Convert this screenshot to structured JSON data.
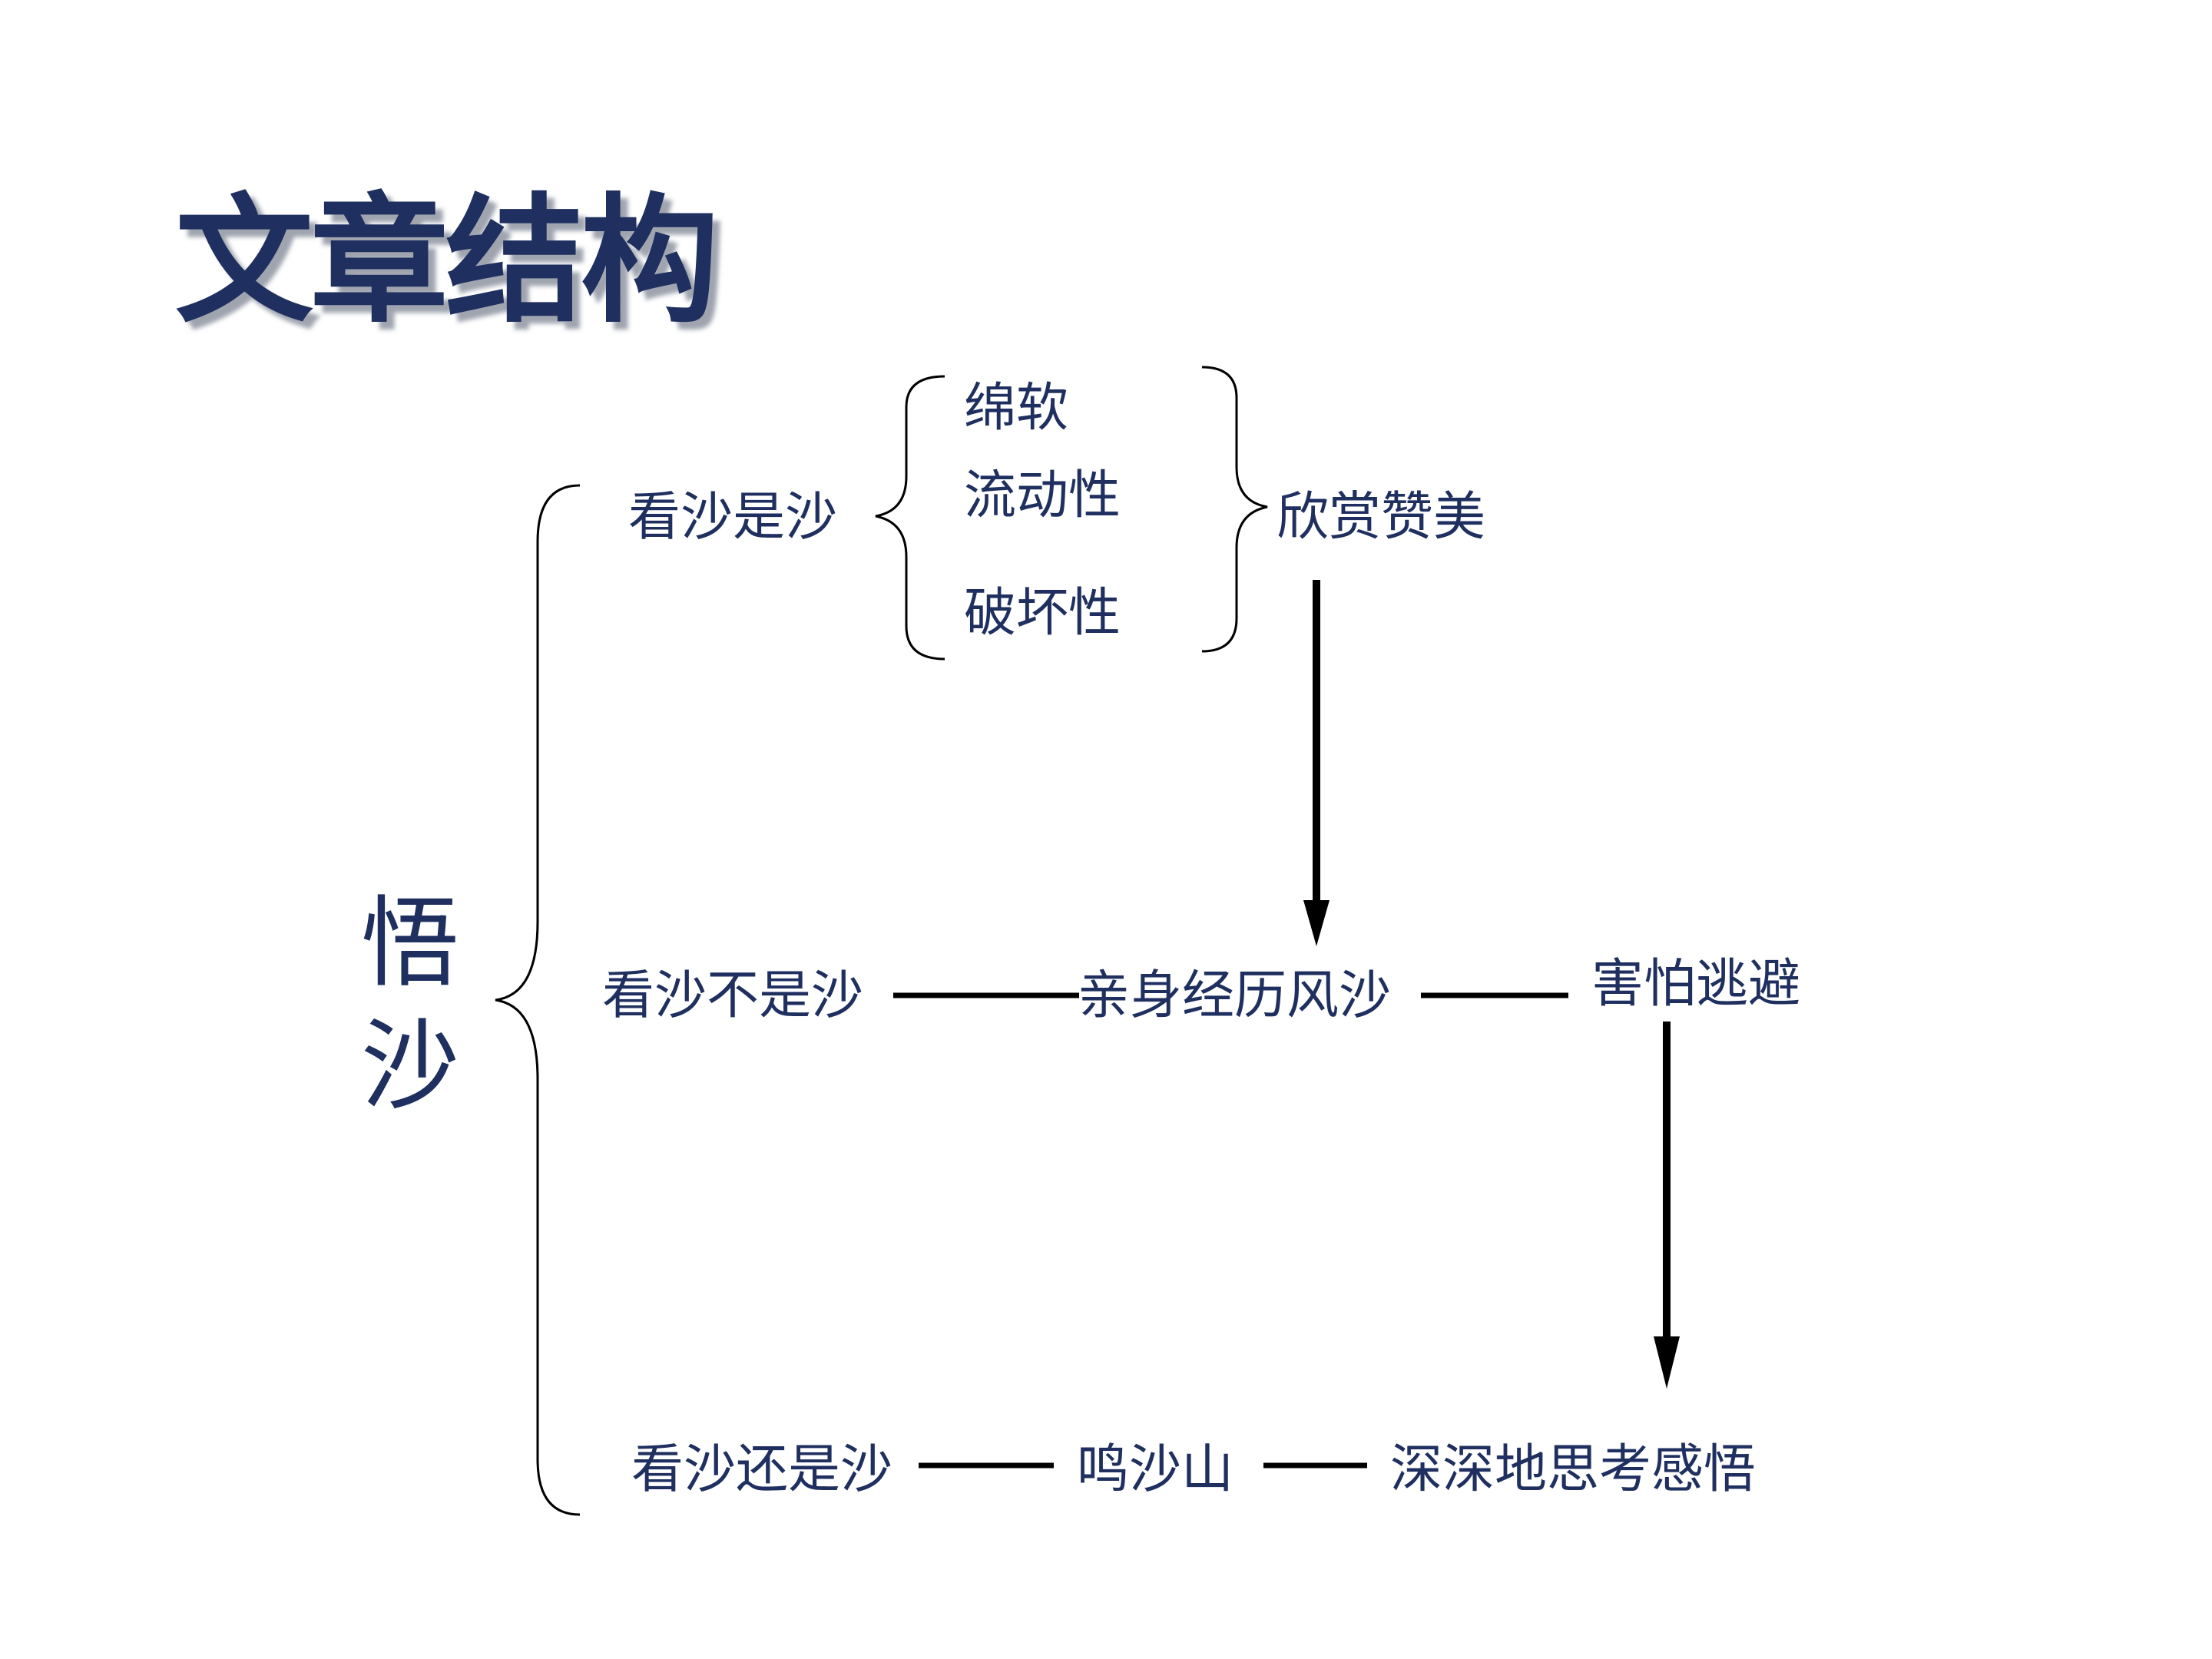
{
  "title": "文章结构",
  "root": {
    "char1": "悟",
    "char2": "沙"
  },
  "stage1": {
    "label": "看沙是沙",
    "traits": [
      "绵软",
      "流动性",
      "破坏性"
    ],
    "result": "欣赏赞美"
  },
  "stage2": {
    "label": "看沙不是沙",
    "experience": "亲身经历风沙",
    "result": "害怕逃避"
  },
  "stage3": {
    "label": "看沙还是沙",
    "place": "鸣沙山",
    "result": "深深地思考感悟"
  },
  "colors": {
    "text": "#1f2f5f",
    "line": "#000000"
  }
}
